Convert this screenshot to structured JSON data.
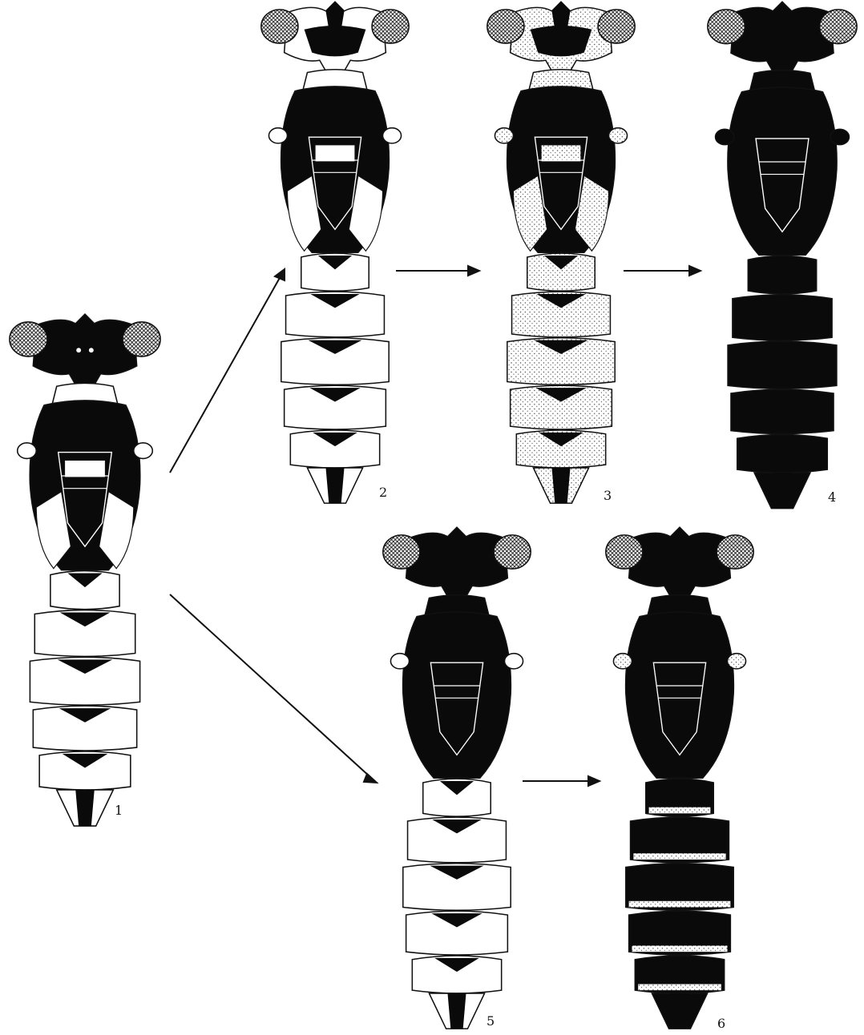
{
  "figure": {
    "labels": [
      {
        "id": "fig-1",
        "text": "1"
      },
      {
        "id": "fig-2",
        "text": "2"
      },
      {
        "id": "fig-3",
        "text": "3"
      },
      {
        "id": "fig-4",
        "text": "4"
      },
      {
        "id": "fig-5",
        "text": "5"
      },
      {
        "id": "fig-6",
        "text": "6"
      }
    ],
    "colors": {
      "ink": "#0a0a0a",
      "paper": "#ffffff",
      "stipple": "#e4e4e4"
    }
  }
}
